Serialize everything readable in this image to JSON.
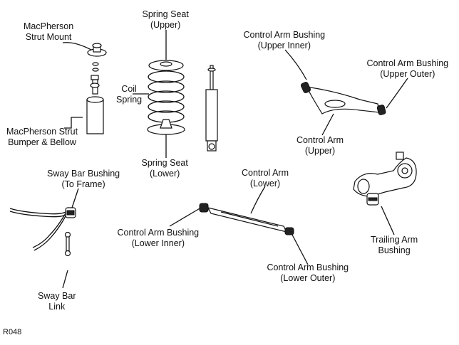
{
  "labels": {
    "strut_mount": [
      "MacPherson",
      "Strut Mount"
    ],
    "spring_seat_upper": [
      "Spring Seat",
      "(Upper)"
    ],
    "coil_spring": [
      "Coil",
      "Spring"
    ],
    "strut_bumper": [
      "MacPherson Strut",
      "Bumper & Bellow"
    ],
    "spring_seat_lower": [
      "Spring Seat",
      "(Lower)"
    ],
    "ca_bushing_upper_inner": [
      "Control Arm Bushing",
      "(Upper Inner)"
    ],
    "ca_bushing_upper_outer": [
      "Control Arm Bushing",
      "(Upper Outer)"
    ],
    "control_arm_upper": [
      "Control Arm",
      "(Upper)"
    ],
    "sway_bar_bushing": [
      "Sway Bar Bushing",
      "(To Frame)"
    ],
    "control_arm_lower": [
      "Control Arm",
      "(Lower)"
    ],
    "ca_bushing_lower_inner": [
      "Control Arm Bushing",
      "(Lower Inner)"
    ],
    "trailing_arm_bushing": [
      "Trailing Arm",
      "Bushing"
    ],
    "ca_bushing_lower_outer": [
      "Control Arm Bushing",
      "(Lower Outer)"
    ],
    "sway_bar_link": [
      "Sway Bar",
      "Link"
    ]
  },
  "reference_code": "R048"
}
